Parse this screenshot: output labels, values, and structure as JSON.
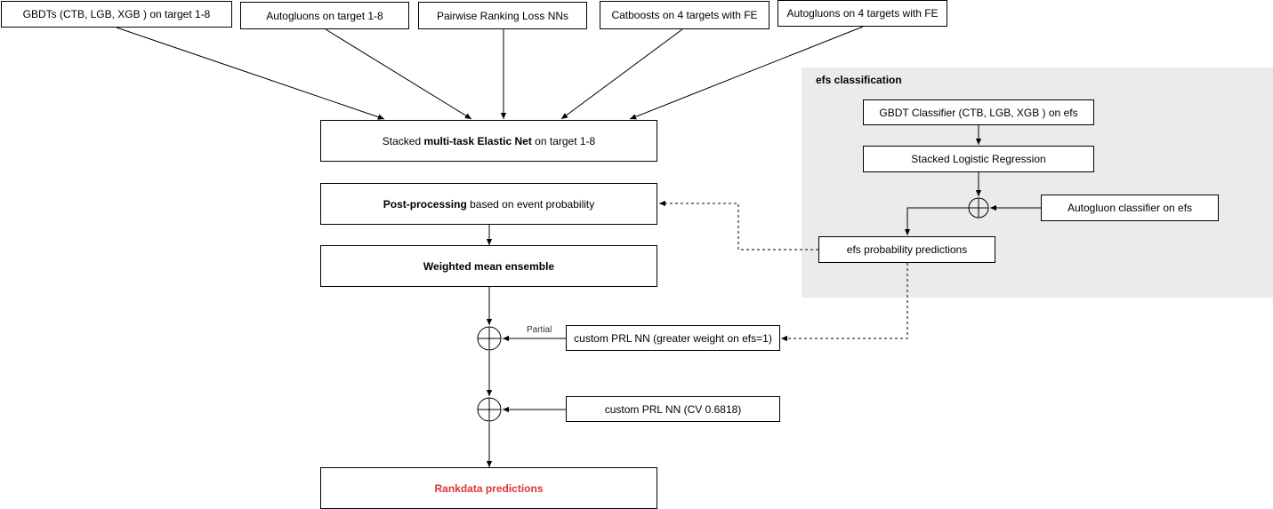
{
  "inputs": {
    "gbdts": "GBDTs (CTB, LGB, XGB ) on target 1-8",
    "autogluons": "Autogluons on target 1-8",
    "prl": "Pairwise Ranking Loss NNs",
    "catboosts": "Catboosts on 4 targets with FE",
    "autogluons_fe": "Autogluons on 4 targets with FE"
  },
  "main": {
    "stacked_pre": "Stacked ",
    "stacked_bold": "multi-task Elastic Net",
    "stacked_post": " on target 1-8",
    "post_bold": "Post-processing",
    "post_rest": " based on event probability",
    "weighted": "Weighted mean ensemble",
    "rankdata": "Rankdata predictions"
  },
  "efs": {
    "group_title": "efs classification",
    "gbdt_classifier": "GBDT Classifier (CTB, LGB, XGB ) on efs",
    "stacked_lr": "Stacked Logistic Regression",
    "autogluon_classifier": "Autogluon classifier on efs",
    "probability": "efs probability predictions"
  },
  "nn": {
    "prl_efs": "custom PRL NN (greater weight on efs=1)",
    "prl_cv": "custom PRL NN (CV 0.6818)",
    "partial_label": "Partial"
  },
  "colors": {
    "accent_red": "#e03434",
    "group_bg": "#ebebeb"
  }
}
